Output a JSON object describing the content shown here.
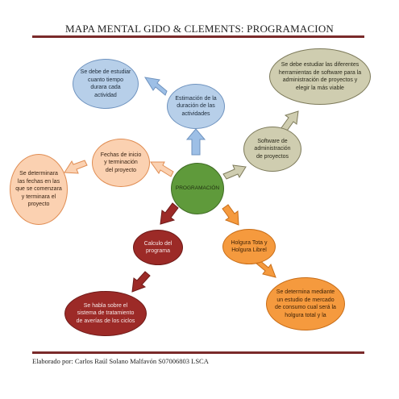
{
  "title": "MAPA MENTAL GIDO & CLEMENTS: PROGRAMACION",
  "footer": "Elaborado por: Carlos Raúl Solano Malfavón  S07006803  LSCA",
  "colors": {
    "rule": "#7a2a2a",
    "blue": "#b7cfe9",
    "peach": "#fbd1b1",
    "olive": "#cfcdb0",
    "green": "#5f9a3b",
    "red": "#9c2a27",
    "orange": "#f59a3e"
  },
  "nodes": {
    "center": "PROGRAMACIÓN",
    "estimacion": "Estimación de la\nduración de las\nactividades",
    "estudiar_tiempo": "Se debe de estudiar\ncuanto tiempo\ndurara cada\nactividad",
    "software": "Software de\nadministración\nde proyectos",
    "software_desc": "Se debe estudiar las diferentes\nherramientas de software para la\nadministración de proyectos y\nelegir la más viable",
    "fechas": "Fechas de inicio\ny terminación\ndel proyecto",
    "fechas_desc": "Se determinara\nlas fechas en las\nque se comenzara\ny terminara el\nproyecto",
    "calculo": "Calculo del\nprograma",
    "calculo_desc": "Se habla sobre el\nsistema de tratamiento\nde averías de los ciclos",
    "holgura": "Holgura Tota y\nHolgura Librel",
    "holgura_desc": "Se determina mediante\nun estudio de mercado\nde consumo cual será la\nholgura total y la"
  }
}
